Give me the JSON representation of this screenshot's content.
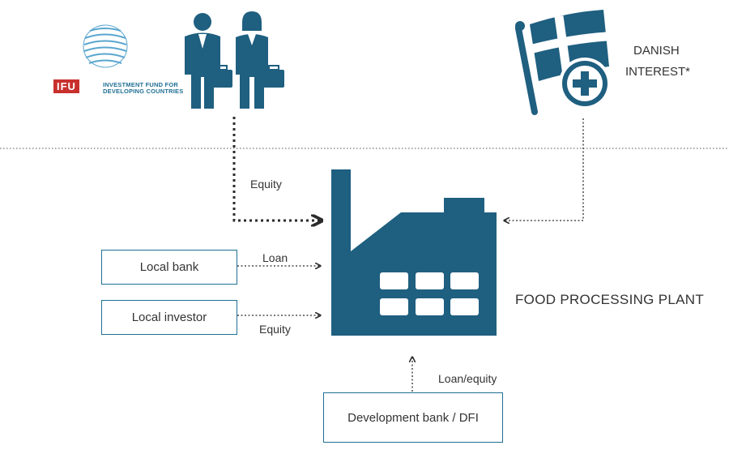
{
  "ifu": {
    "badge": "IFU",
    "line1": "INVESTMENT FUND FOR",
    "line2": "DEVELOPING COUNTRIES"
  },
  "danish": {
    "line1": "DANISH",
    "line2": "INTEREST*"
  },
  "plant_label": "FOOD PROCESSING PLANT",
  "sources": {
    "local_bank": "Local bank",
    "local_investor": "Local investor",
    "development_bank": "Development bank / DFI"
  },
  "flows": {
    "ifu_equity": "Equity",
    "bank_loan": "Loan",
    "investor_equity": "Equity",
    "dfi_loan_equity": "Loan/equity"
  },
  "colors": {
    "primary": "#1f5f80",
    "accent_red": "#c8302e",
    "arrow": "#2b2b2b"
  }
}
